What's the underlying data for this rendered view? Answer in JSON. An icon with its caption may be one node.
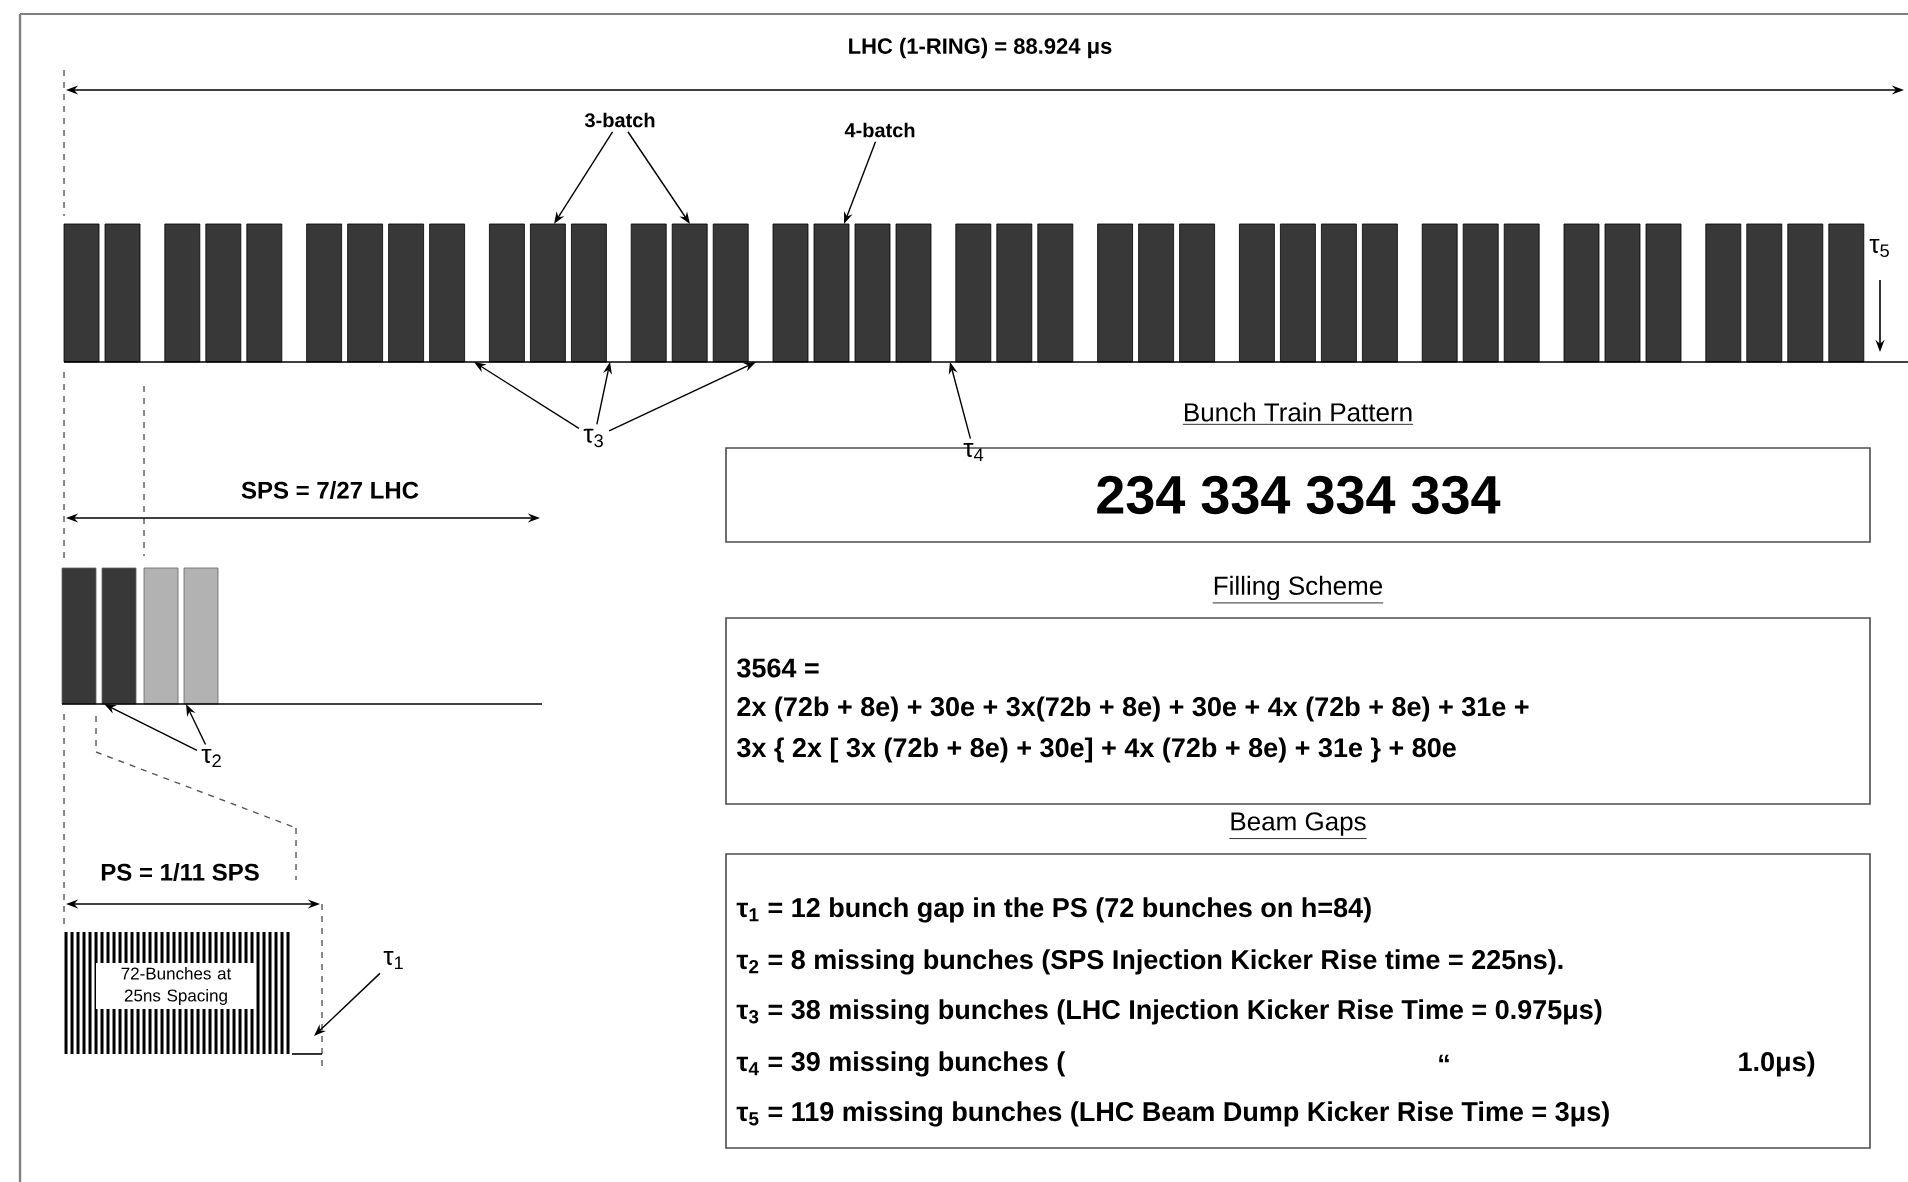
{
  "diagram": {
    "nodes": [
      {
        "text": [],
        "shape": "picture"
      },
      {
        "text": [],
        "shape": "picture"
      },
      {
        "text": [],
        "shape": "picture"
      },
      {
        "text": [
          "Bunch Train Pattern",
          "234 334 334 334"
        ]
      },
      {
        "text": [
          "Filling Scheme",
          "3564 =",
          "2x (72b + 8e) + 30e + 3x(72b + 8e) + 30e + 4x (72b + 8e) + 31e +",
          "3x { 2x [ 3x (72b + 8e) + 30e] + 4x (72b + 8e) + 31e } + 80e"
        ]
      },
      {
        "text": [
          "Beam Gaps",
          "τ$_{1}$ = 12 bunch gap in the PS (72 bunches on h=84)",
          "τ$_{2}$ = 8 missing bunches (SPS Injection Kicker Rise time = 225ns).",
          "τ$_{3}$ = 38 missing bunches (LHC Injection Kicker Rise Time = 0.975μs)",
          "τ$_{4}$ = 39 missing bunches (",
          "“",
          "1.0μs)",
          "τ$_{5}$ = 119 missing bunches (LHC Beam Dump Kicker Rise Time = 3μs)"
        ]
      },
      {
        "text": [
          "72-Bunches at 25ns Spacing"
        ],
        "in": 2
      },
      {
        "text": [
          "3-batch"
        ]
      },
      {
        "text": [
          "4-batch"
        ]
      },
      {
        "text": [
          "τ$_{3}$"
        ]
      },
      {
        "text": [
          "τ$_{4}$"
        ]
      },
      {
        "text": [
          "τ$_{2}$"
        ]
      },
      {
        "text": [
          "τ$_{1}$"
        ]
      }
    ],
    "edges": [
      {
        "from": 7,
        "to": 0,
        "arrow": "to"
      },
      {
        "from": 7,
        "to": 0,
        "arrow": "to"
      },
      {
        "from": 8,
        "to": 0,
        "arrow": "to"
      },
      {
        "from": 9,
        "to": 0,
        "arrow": "to"
      },
      {
        "from": 9,
        "to": 0,
        "arrow": "to"
      },
      {
        "from": 9,
        "to": 0,
        "arrow": "to"
      },
      {
        "from": 10,
        "to": 0,
        "arrow": "to"
      },
      {
        "from": 11,
        "to": 1,
        "arrow": "to"
      },
      {
        "from": 11,
        "to": 1,
        "arrow": "to"
      },
      {
        "from": 12,
        "to": 2,
        "arrow": "to"
      }
    ],
    "labels": [
      "LHC (1-RING) = 88.924 μs",
      "τ$_{5}$",
      "SPS = 7/27 LHC",
      "PS = 1/11 SPS"
    ]
  }
}
